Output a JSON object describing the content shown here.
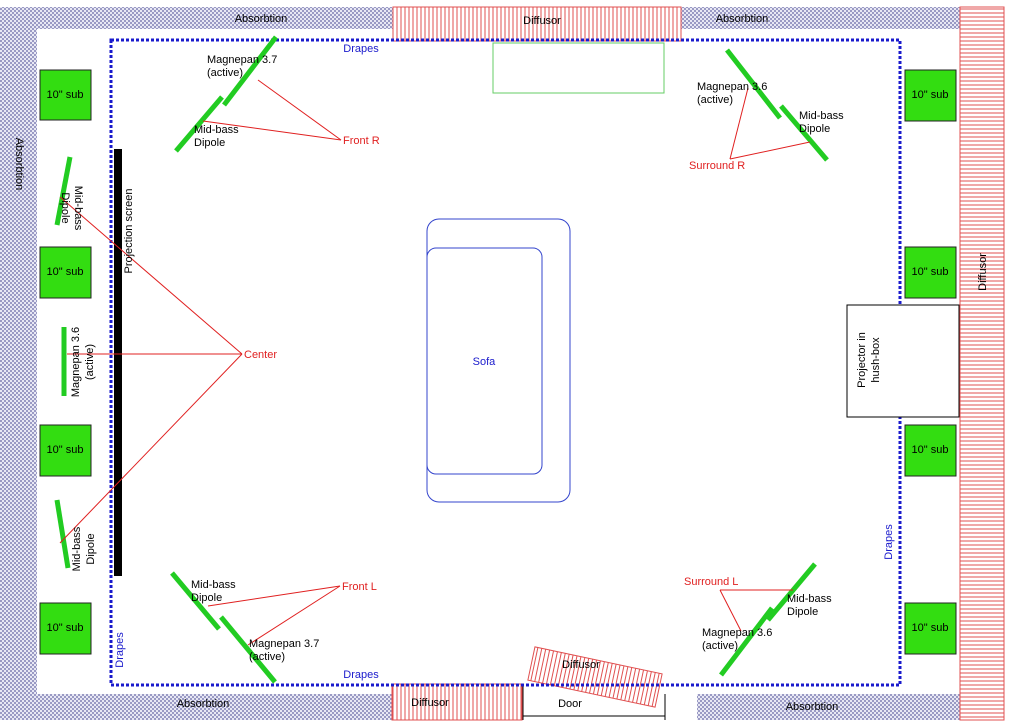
{
  "colors": {
    "absorption_fill": "#c8c8e0",
    "diffusor_stripe": "#e05050",
    "drapes": "#1a1acc",
    "speaker": "#22cc22",
    "sub_fill": "#33dd11",
    "screen": "#000000",
    "leader_line": "#e02020",
    "label_red": "#e02020",
    "label_blue": "#1a1acc",
    "sofa_stroke": "#3344cc",
    "table_stroke": "#66cc66",
    "text": "#000000"
  },
  "walls": {
    "absorption": "Absorbtion",
    "diffusor": "Diffusor",
    "door": "Door"
  },
  "drapes_label": "Drapes",
  "subwoofer_label": "10\" sub",
  "projection_screen": "Projection screen",
  "projector": "Projector in hush-box",
  "sofa": "Sofa",
  "speakers": {
    "front_left_wall_upper": "Mid-bass Dipole",
    "center_panel": "Magnepan 3.6 (active)",
    "front_left_wall_lower": "Mid-bass Dipole",
    "front_r_main": "Magnepan 3.7 (active)",
    "front_r_mid": "Mid-bass Dipole",
    "front_l_mid": "Mid-bass Dipole",
    "front_l_main": "Magnepan 3.7 (active)",
    "surround_r_main": "Magnepan 3.6 (active)",
    "surround_r_mid": "Mid-bass Dipole",
    "surround_l_mid": "Mid-bass Dipole",
    "surround_l_main": "Magnepan 3.6 (active)"
  },
  "channels": {
    "front_r": "Front R",
    "front_l": "Front L",
    "center": "Center",
    "surround_r": "Surround R",
    "surround_l": "Surround L"
  }
}
